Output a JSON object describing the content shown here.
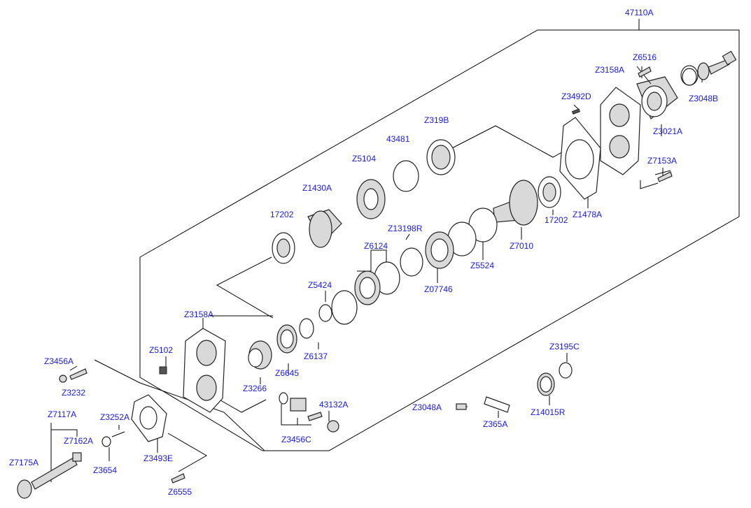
{
  "diagram": {
    "assembly_label": "47110A",
    "labels": [
      "Z6516",
      "Z3158A",
      "Z3492D",
      "Z3048B",
      "Z3021A",
      "Z319B",
      "43481",
      "Z5104",
      "Z7153A",
      "Z1430A",
      "Z1478A",
      "17202",
      "17202",
      "Z13198R",
      "Z7010",
      "Z6124",
      "Z5524",
      "Z5424",
      "Z07746",
      "Z3158A",
      "Z6137",
      "Z6645",
      "Z5102",
      "Z3266",
      "Z3195C",
      "Z3456A",
      "Z3232",
      "43132A",
      "Z3048A",
      "Z14015R",
      "Z7117A",
      "Z3252A",
      "Z3456C",
      "Z365A",
      "Z7162A",
      "Z3493E",
      "Z3654",
      "Z7175A",
      "Z6555"
    ]
  }
}
